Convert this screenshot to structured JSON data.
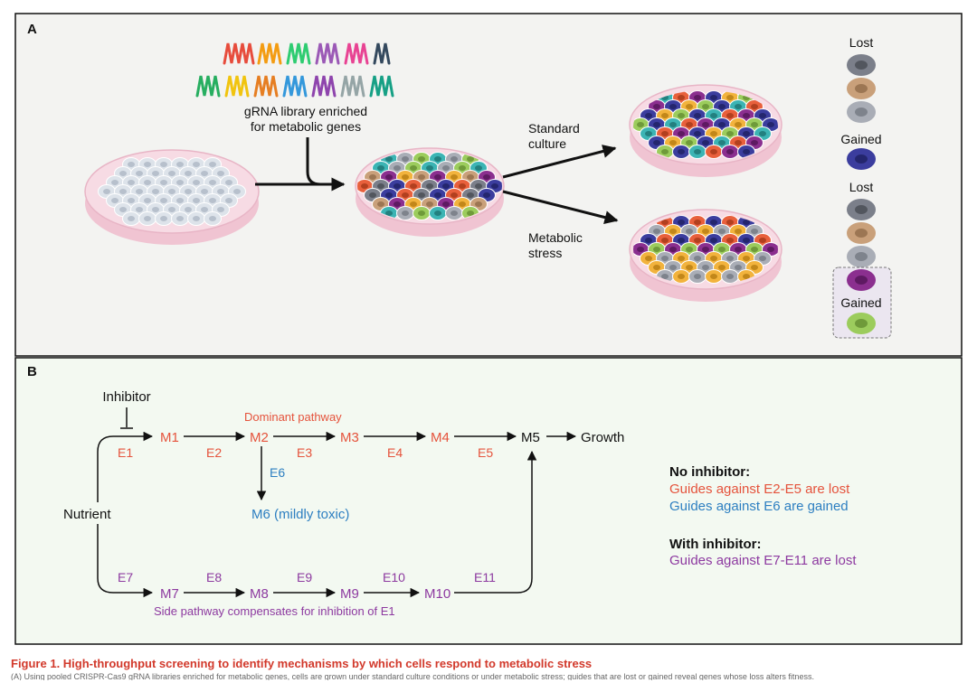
{
  "panel_a": {
    "letter": "A",
    "library_label_line1": "gRNA library enriched",
    "library_label_line2": "for metabolic genes",
    "standard_label_line1": "Standard",
    "standard_label_line2": "culture",
    "stress_label_line1": "Metabolic",
    "stress_label_line2": "stress",
    "legend_top_lost": "Lost",
    "legend_top_gained": "Gained",
    "legend_bottom_lost": "Lost",
    "legend_bottom_gained": "Gained",
    "colors": {
      "background": "#f3f3f1",
      "dish": "#f3c9d6",
      "grey_dark": "#7b7f8a",
      "tan": "#c9a07a",
      "grey_light": "#a9adb6",
      "navy": "#3b3d9e",
      "purple": "#8b2f8f",
      "green": "#9ccc5d"
    }
  },
  "panel_b": {
    "letter": "B",
    "inhibitor": "Inhibitor",
    "nutrient": "Nutrient",
    "dominant_pathway": "Dominant pathway",
    "side_pathway": "Side pathway compensates for inhibition of E1",
    "top_nodes": [
      "M1",
      "M2",
      "M3",
      "M4"
    ],
    "top_enzymes": [
      "E1",
      "E2",
      "E3",
      "E4",
      "E5"
    ],
    "m5": "M5",
    "growth": "Growth",
    "e6": "E6",
    "m6": "M6 (mildly toxic)",
    "bottom_nodes": [
      "M7",
      "M8",
      "M9",
      "M10"
    ],
    "bottom_enzymes": [
      "E7",
      "E8",
      "E9",
      "E10",
      "E11"
    ],
    "no_inhibitor_title": "No inhibitor:",
    "no_inhibitor_line1": "Guides against E2-E5 are lost",
    "no_inhibitor_line2": "Guides against E6 are gained",
    "with_inhibitor_title": "With inhibitor:",
    "with_inhibitor_line1": "Guides against E7-E11 are lost",
    "colors": {
      "background": "#f3f9f1",
      "red": "#e5533c",
      "blue": "#2d7fc1",
      "purple": "#8d3aa0"
    }
  },
  "caption": {
    "title": "Figure 1.  High-throughput screening to identify mechanisms by which cells respond to metabolic stress",
    "body": "(A) Using pooled CRISPR-Cas9 gRNA libraries enriched for metabolic genes, cells are grown under standard culture conditions or under metabolic stress; guides that are lost or gained reveal genes whose loss alters fitness."
  }
}
